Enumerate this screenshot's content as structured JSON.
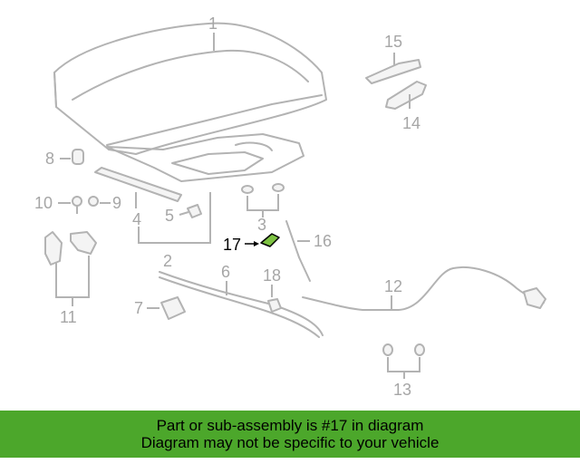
{
  "diagram": {
    "highlight_color": "#7dc242",
    "callouts": {
      "c1": "1",
      "c2": "2",
      "c3": "3",
      "c4": "4",
      "c5": "5",
      "c6": "6",
      "c7": "7",
      "c8": "8",
      "c9": "9",
      "c10": "10",
      "c11": "11",
      "c12": "12",
      "c13": "13",
      "c14": "14",
      "c15": "15",
      "c16": "16",
      "c17": "17",
      "c18": "18"
    },
    "highlighted_part": "17"
  },
  "banner": {
    "line1": "Part or sub-assembly is #17 in diagram",
    "line2": "Diagram may not be specific to your vehicle",
    "color": "#4ca72b"
  }
}
